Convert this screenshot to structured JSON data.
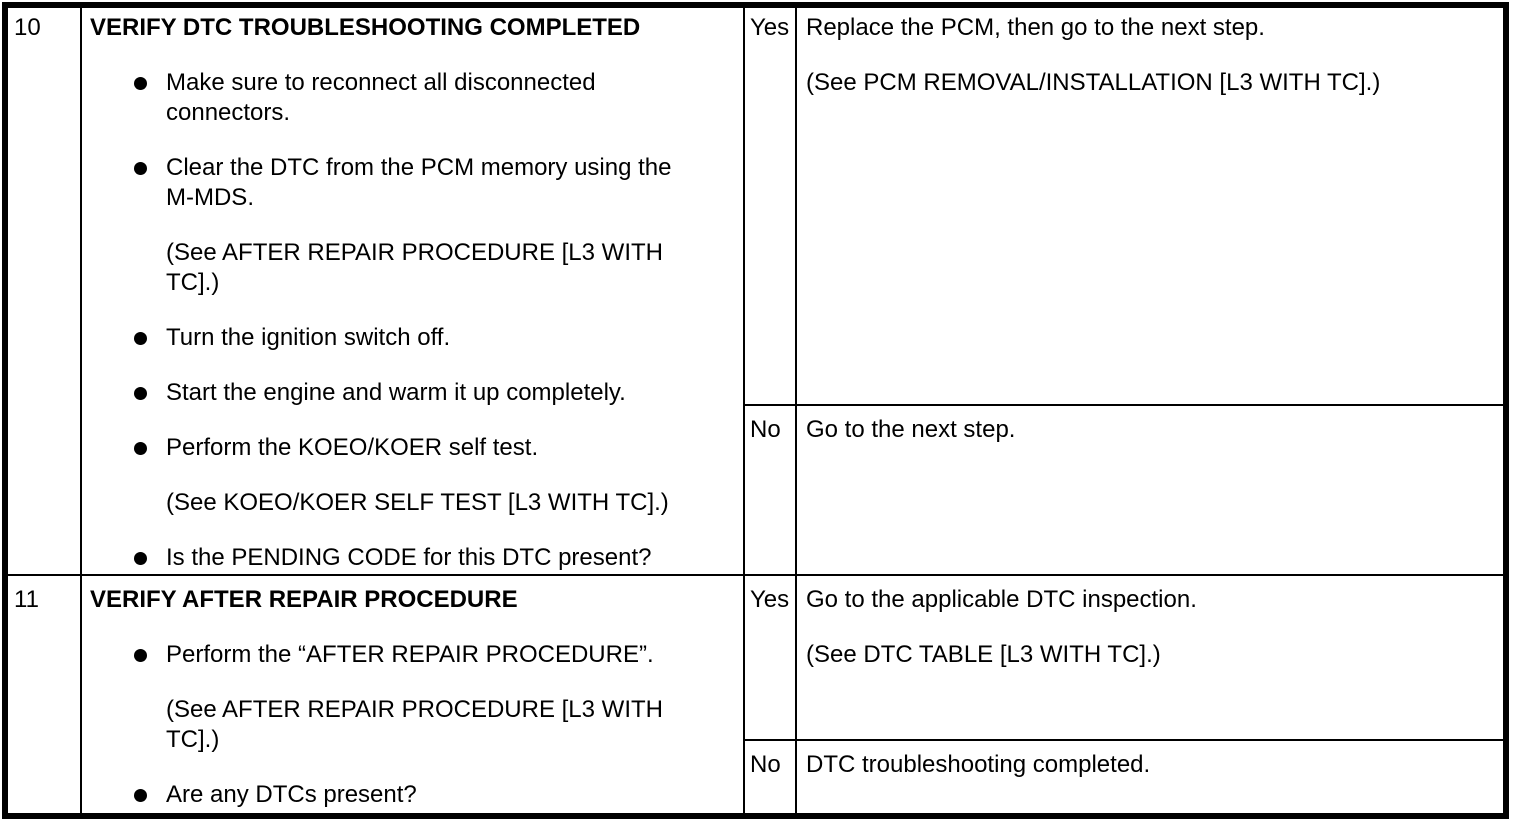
{
  "table": {
    "colors": {
      "border": "#000000",
      "text": "#000000",
      "background": "#ffffff"
    },
    "rows": [
      {
        "step": "10",
        "title": "VERIFY DTC TROUBLESHOOTING COMPLETED",
        "items": [
          {
            "bullet": true,
            "lines": [
              "Make sure to reconnect all disconnected",
              "connectors."
            ]
          },
          {
            "bullet": true,
            "lines": [
              "Clear the DTC from the PCM memory using the",
              "M-MDS."
            ]
          },
          {
            "bullet": false,
            "lines": [
              "(See AFTER REPAIR PROCEDURE [L3 WITH",
              "TC].)"
            ]
          },
          {
            "bullet": true,
            "lines": [
              "Turn the ignition switch off."
            ]
          },
          {
            "bullet": true,
            "lines": [
              "Start the engine and warm it up completely."
            ]
          },
          {
            "bullet": true,
            "lines": [
              "Perform the KOEO/KOER self test."
            ]
          },
          {
            "bullet": false,
            "lines": [
              "(See KOEO/KOER SELF TEST [L3 WITH TC].)"
            ]
          },
          {
            "bullet": true,
            "lines": [
              "Is the PENDING CODE for this DTC present?"
            ]
          }
        ],
        "results": [
          {
            "label": "Yes",
            "paragraphs": [
              "Replace the PCM, then go to the next step.",
              "(See PCM REMOVAL/INSTALLATION [L3 WITH TC].)"
            ]
          },
          {
            "label": "No",
            "paragraphs": [
              "Go to the next step."
            ]
          }
        ]
      },
      {
        "step": "11",
        "title": "VERIFY AFTER REPAIR PROCEDURE",
        "items": [
          {
            "bullet": true,
            "lines": [
              "Perform the “AFTER REPAIR PROCEDURE”."
            ]
          },
          {
            "bullet": false,
            "lines": [
              "(See AFTER REPAIR PROCEDURE [L3 WITH",
              "TC].)"
            ]
          },
          {
            "bullet": true,
            "lines": [
              "Are any DTCs present?"
            ]
          }
        ],
        "results": [
          {
            "label": "Yes",
            "paragraphs": [
              "Go to the applicable DTC inspection.",
              "(See DTC TABLE [L3 WITH TC].)"
            ]
          },
          {
            "label": "No",
            "paragraphs": [
              "DTC troubleshooting completed."
            ]
          }
        ]
      }
    ]
  }
}
